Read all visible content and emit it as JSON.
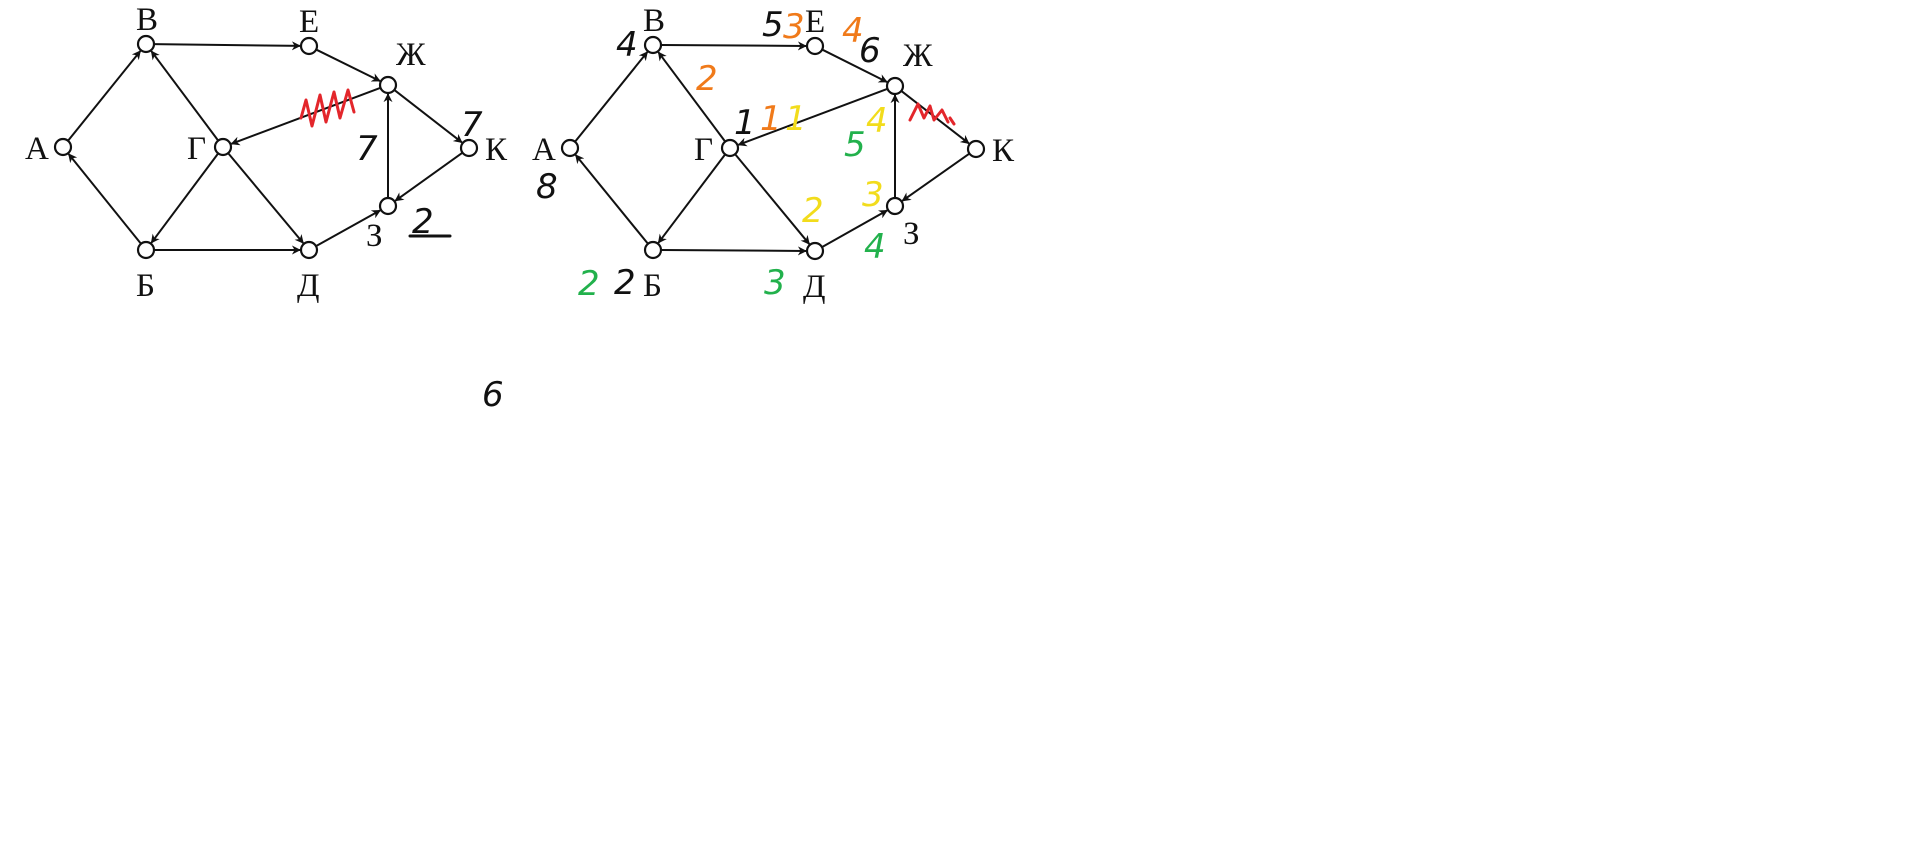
{
  "colors": {
    "ink_black": "#111111",
    "ink_red": "#e3262b",
    "ink_orange": "#f07a1a",
    "ink_yellow": "#f2dc1c",
    "ink_green": "#22b14c"
  },
  "graphs": [
    {
      "id": "left",
      "nodes": [
        {
          "id": "A",
          "label": "А"
        },
        {
          "id": "V",
          "label": "В"
        },
        {
          "id": "E",
          "label": "Е"
        },
        {
          "id": "Zh",
          "label": "Ж"
        },
        {
          "id": "K",
          "label": "К"
        },
        {
          "id": "G",
          "label": "Г"
        },
        {
          "id": "B",
          "label": "Б"
        },
        {
          "id": "D",
          "label": "Д"
        },
        {
          "id": "Z",
          "label": "З"
        }
      ],
      "edges": [
        {
          "from": "A",
          "to": "V"
        },
        {
          "from": "V",
          "to": "E"
        },
        {
          "from": "E",
          "to": "Zh"
        },
        {
          "from": "Zh",
          "to": "K"
        },
        {
          "from": "Zh",
          "to": "G"
        },
        {
          "from": "G",
          "to": "V"
        },
        {
          "from": "G",
          "to": "B"
        },
        {
          "from": "G",
          "to": "D"
        },
        {
          "from": "B",
          "to": "A"
        },
        {
          "from": "B",
          "to": "D"
        },
        {
          "from": "D",
          "to": "Z"
        },
        {
          "from": "K",
          "to": "Z"
        },
        {
          "from": "Z",
          "to": "Zh"
        }
      ],
      "annotations": [
        {
          "text": "7",
          "color": "ink_black"
        },
        {
          "text": "7",
          "color": "ink_black"
        },
        {
          "text": "2",
          "color": "ink_black"
        }
      ]
    },
    {
      "id": "right",
      "nodes": [
        {
          "id": "A",
          "label": "А"
        },
        {
          "id": "V",
          "label": "В"
        },
        {
          "id": "E",
          "label": "Е"
        },
        {
          "id": "Zh",
          "label": "Ж"
        },
        {
          "id": "K",
          "label": "К"
        },
        {
          "id": "G",
          "label": "Г"
        },
        {
          "id": "B",
          "label": "Б"
        },
        {
          "id": "D",
          "label": "Д"
        },
        {
          "id": "Z",
          "label": "З"
        }
      ],
      "edges": [
        {
          "from": "A",
          "to": "V"
        },
        {
          "from": "V",
          "to": "E"
        },
        {
          "from": "E",
          "to": "Zh"
        },
        {
          "from": "Zh",
          "to": "K"
        },
        {
          "from": "Zh",
          "to": "G"
        },
        {
          "from": "G",
          "to": "V"
        },
        {
          "from": "G",
          "to": "B"
        },
        {
          "from": "G",
          "to": "D"
        },
        {
          "from": "B",
          "to": "A"
        },
        {
          "from": "B",
          "to": "D"
        },
        {
          "from": "D",
          "to": "Z"
        },
        {
          "from": "K",
          "to": "Z"
        },
        {
          "from": "Z",
          "to": "Zh"
        }
      ],
      "annotations": [
        {
          "text": "4",
          "color": "ink_black"
        },
        {
          "text": "2",
          "color": "ink_orange"
        },
        {
          "text": "5",
          "color": "ink_black"
        },
        {
          "text": "3",
          "color": "ink_orange"
        },
        {
          "text": "4",
          "color": "ink_orange"
        },
        {
          "text": "6",
          "color": "ink_black"
        },
        {
          "text": "1",
          "color": "ink_black"
        },
        {
          "text": "1",
          "color": "ink_orange"
        },
        {
          "text": "1",
          "color": "ink_yellow"
        },
        {
          "text": "5",
          "color": "ink_green"
        },
        {
          "text": "4",
          "color": "ink_yellow"
        },
        {
          "text": "2",
          "color": "ink_yellow"
        },
        {
          "text": "3",
          "color": "ink_yellow"
        },
        {
          "text": "4",
          "color": "ink_green"
        },
        {
          "text": "2",
          "color": "ink_green"
        },
        {
          "text": "2",
          "color": "ink_black"
        },
        {
          "text": "3",
          "color": "ink_green"
        },
        {
          "text": "8",
          "color": "ink_black"
        }
      ]
    }
  ],
  "freehand_answer": "6"
}
